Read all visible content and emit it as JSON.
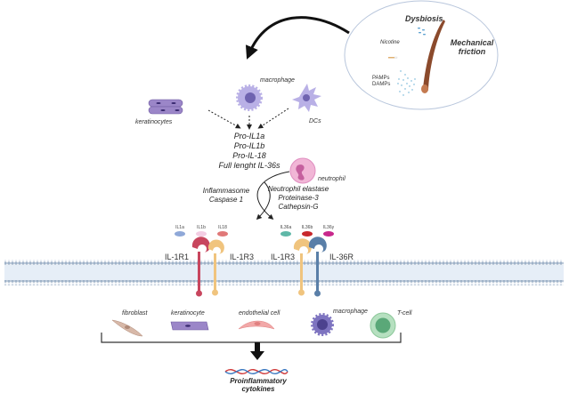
{
  "inset": {
    "title_dysbiosis": "Dysbiosis",
    "mechanical_friction_line1": "Mechanical",
    "mechanical_friction_line2": "friction",
    "nicotine": "Nicotine",
    "pamps": "PAMPs",
    "damps": "DAMPs"
  },
  "sources": {
    "keratinocytes": "keratinocytes",
    "macrophage": "macrophage",
    "dcs": "DCs"
  },
  "precursors": [
    "Pro-IL1a",
    "Pro-IL1b",
    "Pro-IL-18",
    "Full lenght IL-36s"
  ],
  "neutrophil": "neutrophil",
  "processing_left": [
    "Inflammasome",
    "Caspase 1"
  ],
  "processing_right": [
    "Neutrophil elastase",
    "Proteinase-3",
    "Cathepsin-G"
  ],
  "ligands": [
    {
      "label": "IL1a",
      "color": "#8fa8d8"
    },
    {
      "label": "IL1b",
      "color": "#f3cde3"
    },
    {
      "label": "IL18",
      "color": "#e07878"
    },
    {
      "label": "IL36a",
      "color": "#5fb8a8"
    },
    {
      "label": "IL36b",
      "color": "#c8282c"
    },
    {
      "label": "IL36y",
      "color": "#c8288c"
    }
  ],
  "receptors": {
    "left_a": "IL-1R1",
    "left_b": "IL-1R3",
    "right_a": "IL-1R3",
    "right_b": "IL-36R"
  },
  "receptor_colors": {
    "il1r1": "#c8465e",
    "il1r3": "#f0c47e",
    "il36r": "#5a7fa8"
  },
  "target_cells": [
    "fibroblast",
    "keratinocyte",
    "endothelial cell",
    "macrophage",
    "T-cell"
  ],
  "output": "Proinflammatory cytokines"
}
